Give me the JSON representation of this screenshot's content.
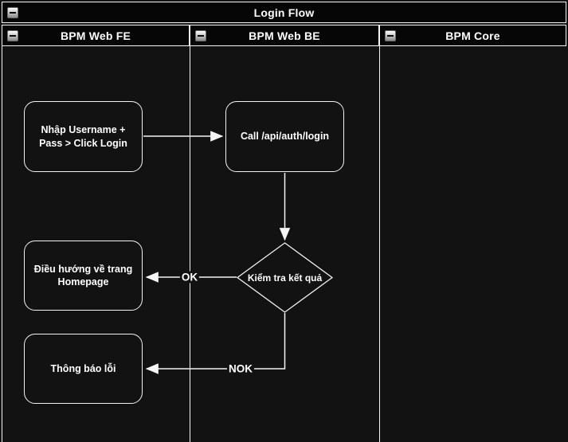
{
  "diagram": {
    "title": "Login Flow",
    "lanes": [
      {
        "label": "BPM Web FE"
      },
      {
        "label": "BPM Web BE"
      },
      {
        "label": "BPM Core"
      }
    ],
    "nodes": {
      "input": {
        "label": "Nhập Username + Pass > Click Login",
        "shape": "rounded-rect"
      },
      "call": {
        "label": "Call /api/auth/login",
        "shape": "rounded-rect"
      },
      "check": {
        "label": "Kiểm tra kết quả",
        "shape": "decision-diamond"
      },
      "homepage": {
        "label": "Điều hướng về trang Homepage",
        "shape": "rounded-rect"
      },
      "error": {
        "label": "Thông báo lỗi",
        "shape": "rounded-rect"
      }
    },
    "edges": {
      "input_to_call": {
        "label": ""
      },
      "call_to_check": {
        "label": ""
      },
      "check_ok": {
        "label": "OK"
      },
      "check_nok": {
        "label": "NOK"
      }
    },
    "icons": {
      "collapse": "minus-in-square"
    },
    "colors": {
      "canvas_background": "#121212",
      "header_fill": "#060606",
      "line": "#f5f5f5",
      "text": "#ffffff"
    }
  }
}
